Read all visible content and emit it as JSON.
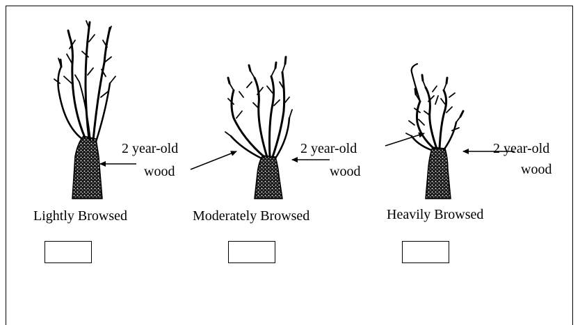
{
  "plants": [
    {
      "caption": "Lightly Browsed",
      "annotation": {
        "line1": "2 year-old",
        "line2": "wood"
      }
    },
    {
      "caption": "Moderately Browsed",
      "annotation": {
        "line1": "2 year-old",
        "line2": "wood"
      }
    },
    {
      "caption": "Heavily Browsed",
      "annotation": {
        "line1": "2 year-old",
        "line2": "wood"
      }
    }
  ]
}
